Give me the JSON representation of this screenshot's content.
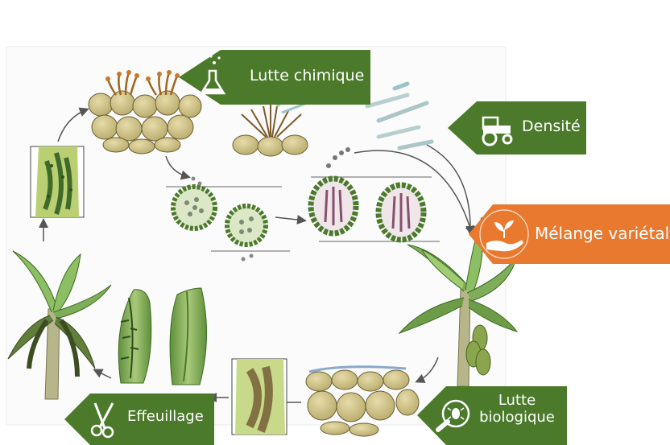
{
  "labels": {
    "chemical": "Lutte chimique",
    "density": "Densité",
    "mix": "Mélange variétal",
    "bio_line1": "Lutte",
    "bio_line2": "biologique",
    "defoliation": "Effeuillage"
  },
  "icons": {
    "chemical": "flask-icon",
    "density": "tractor-icon",
    "mix": "hand-plant-icon",
    "bio": "microscope-bug-icon",
    "defoliation": "scissors-icon"
  },
  "colors": {
    "green": "#4a7a2a",
    "orange": "#e9792e",
    "leaf": "#7fae5a",
    "cell": "#c9c08a",
    "arrow": "#555555"
  }
}
